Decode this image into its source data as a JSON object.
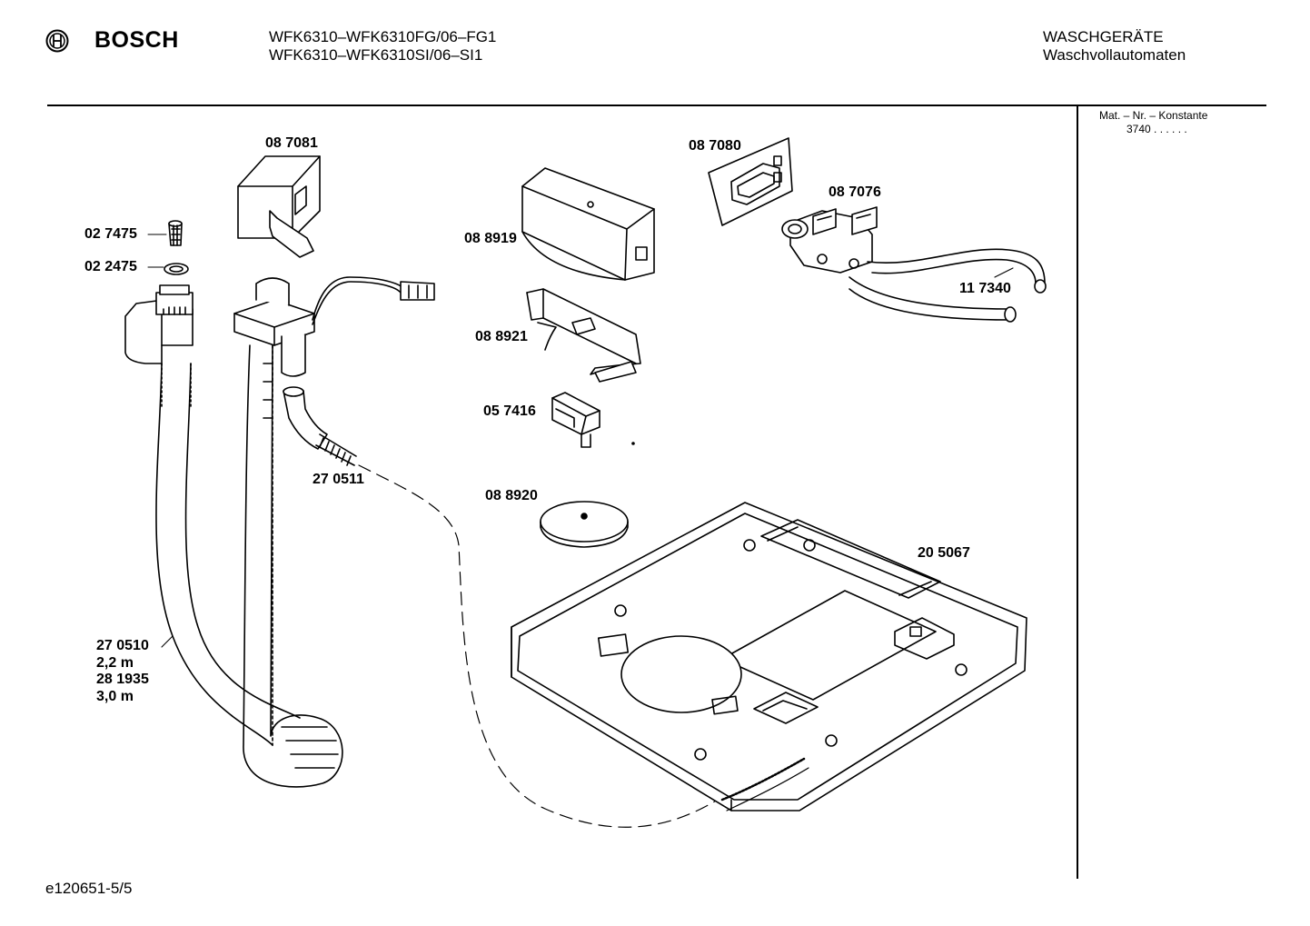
{
  "header": {
    "brand": "BOSCH",
    "models": [
      "WFK6310–WFK6310FG/06–FG1",
      "WFK6310–WFK6310SI/06–SI1"
    ],
    "category": "WASCHGERÄTE",
    "subcategory": "Waschvollautomaten"
  },
  "sidebar": {
    "mat_label": "Mat. – Nr. – Konstante",
    "mat_value": "3740 . . . . . ."
  },
  "parts": {
    "p087081": "08 7081",
    "p027475": "02 7475",
    "p022475": "02 2475",
    "p087080": "08 7080",
    "p087076": "08 7076",
    "p088919": "08 8919",
    "p117340": "11 7340",
    "p088921": "08 8921",
    "p057416": "05 7416",
    "p270511": "27 0511",
    "p088920": "08 8920",
    "p205067": "20 5067",
    "hose_lines": [
      "27 0510",
      "2,2 m",
      "28 1935",
      "3,0 m"
    ]
  },
  "footer": {
    "doc_id": "e120651-5/5"
  },
  "colors": {
    "ink": "#000000",
    "paper": "#ffffff",
    "shade": "#cccccc"
  }
}
